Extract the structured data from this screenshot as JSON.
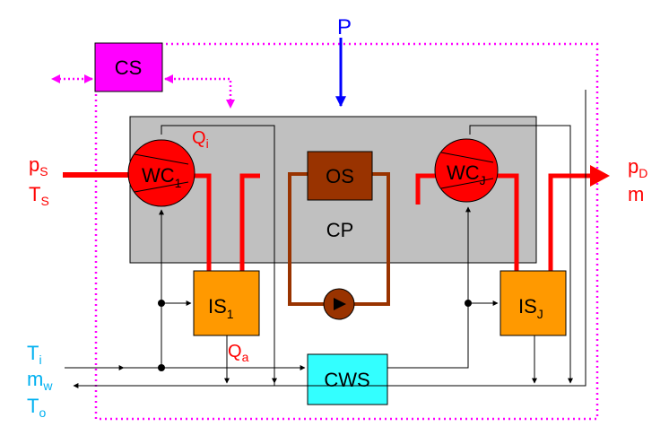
{
  "colors": {
    "red": "#ff0000",
    "blue": "#0000ff",
    "cyan": "#00b0f0",
    "magenta": "#ff00ff",
    "gray": "#c0c0c0",
    "orange": "#ff9900",
    "brown": "#993300",
    "cws_fill": "#33ffff",
    "black": "#000000"
  },
  "blocks": {
    "cs": "CS",
    "os": "OS",
    "cp": "CP",
    "cws": "CWS",
    "wc1": {
      "main": "WC",
      "sub": "1"
    },
    "wcj": {
      "main": "WC",
      "sub": "J"
    },
    "is1": {
      "main": "IS",
      "sub": "1"
    },
    "isj": {
      "main": "IS",
      "sub": "J"
    }
  },
  "labels": {
    "power": "P",
    "qi": {
      "main": "Q",
      "sub": "i"
    },
    "qa": {
      "main": "Q",
      "sub": "a"
    },
    "suction_pressure": {
      "main": "p",
      "sub": "S"
    },
    "suction_temp": {
      "main": "T",
      "sub": "S"
    },
    "discharge_pressure": {
      "main": "p",
      "sub": "D"
    },
    "mass_flow": "m",
    "water_temp_in": {
      "main": "T",
      "sub": "i"
    },
    "water_mass": {
      "main": "m",
      "sub": "w"
    },
    "water_temp_out": {
      "main": "T",
      "sub": "o"
    }
  }
}
